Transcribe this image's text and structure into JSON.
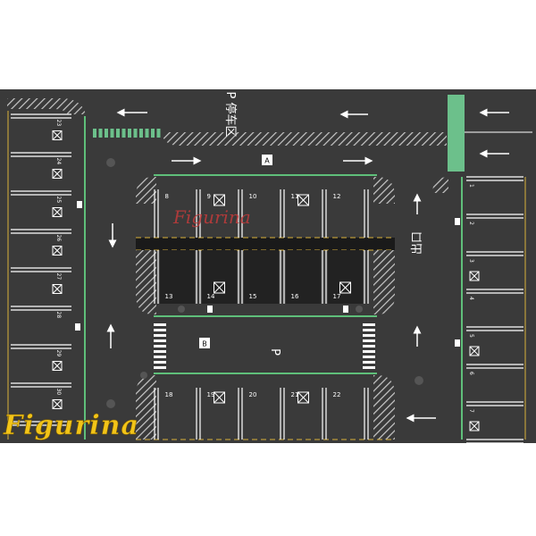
{
  "map": {
    "colors": {
      "asphalt": "#3a3a3a",
      "line_white": "#ffffff",
      "line_green": "#5fbf7a",
      "line_yellow": "#d9b23a",
      "hatch": "#c8c8c8",
      "green_block": "#6cc08b",
      "center_strip": "#1a1a1a"
    },
    "labels": {
      "top_road_text": "P 停车区",
      "zone_a": "A",
      "zone_b": "B",
      "right_text": "出口",
      "middle_p": "P"
    },
    "left_column": {
      "numbers": [
        "23",
        "24",
        "25",
        "26",
        "27",
        "28",
        "29",
        "30"
      ],
      "x_marked": [
        true,
        true,
        true,
        true,
        true,
        false,
        true,
        true
      ]
    },
    "right_column": {
      "numbers": [
        "1",
        "2",
        "3",
        "4",
        "5",
        "6",
        "7"
      ],
      "x_marked": [
        false,
        false,
        true,
        false,
        true,
        false,
        true
      ]
    },
    "top_row": {
      "numbers": [
        "8",
        "9",
        "10",
        "11",
        "12"
      ],
      "x_marked": [
        false,
        true,
        false,
        true,
        false
      ]
    },
    "middle_row": {
      "numbers": [
        "13",
        "14",
        "15",
        "16",
        "17"
      ],
      "x_marked": [
        false,
        true,
        false,
        false,
        true
      ]
    },
    "bottom_row": {
      "numbers": [
        "18",
        "19",
        "20",
        "21",
        "22"
      ],
      "x_marked": [
        false,
        true,
        false,
        true,
        false
      ]
    }
  },
  "watermark": {
    "brand": "Figurina"
  }
}
